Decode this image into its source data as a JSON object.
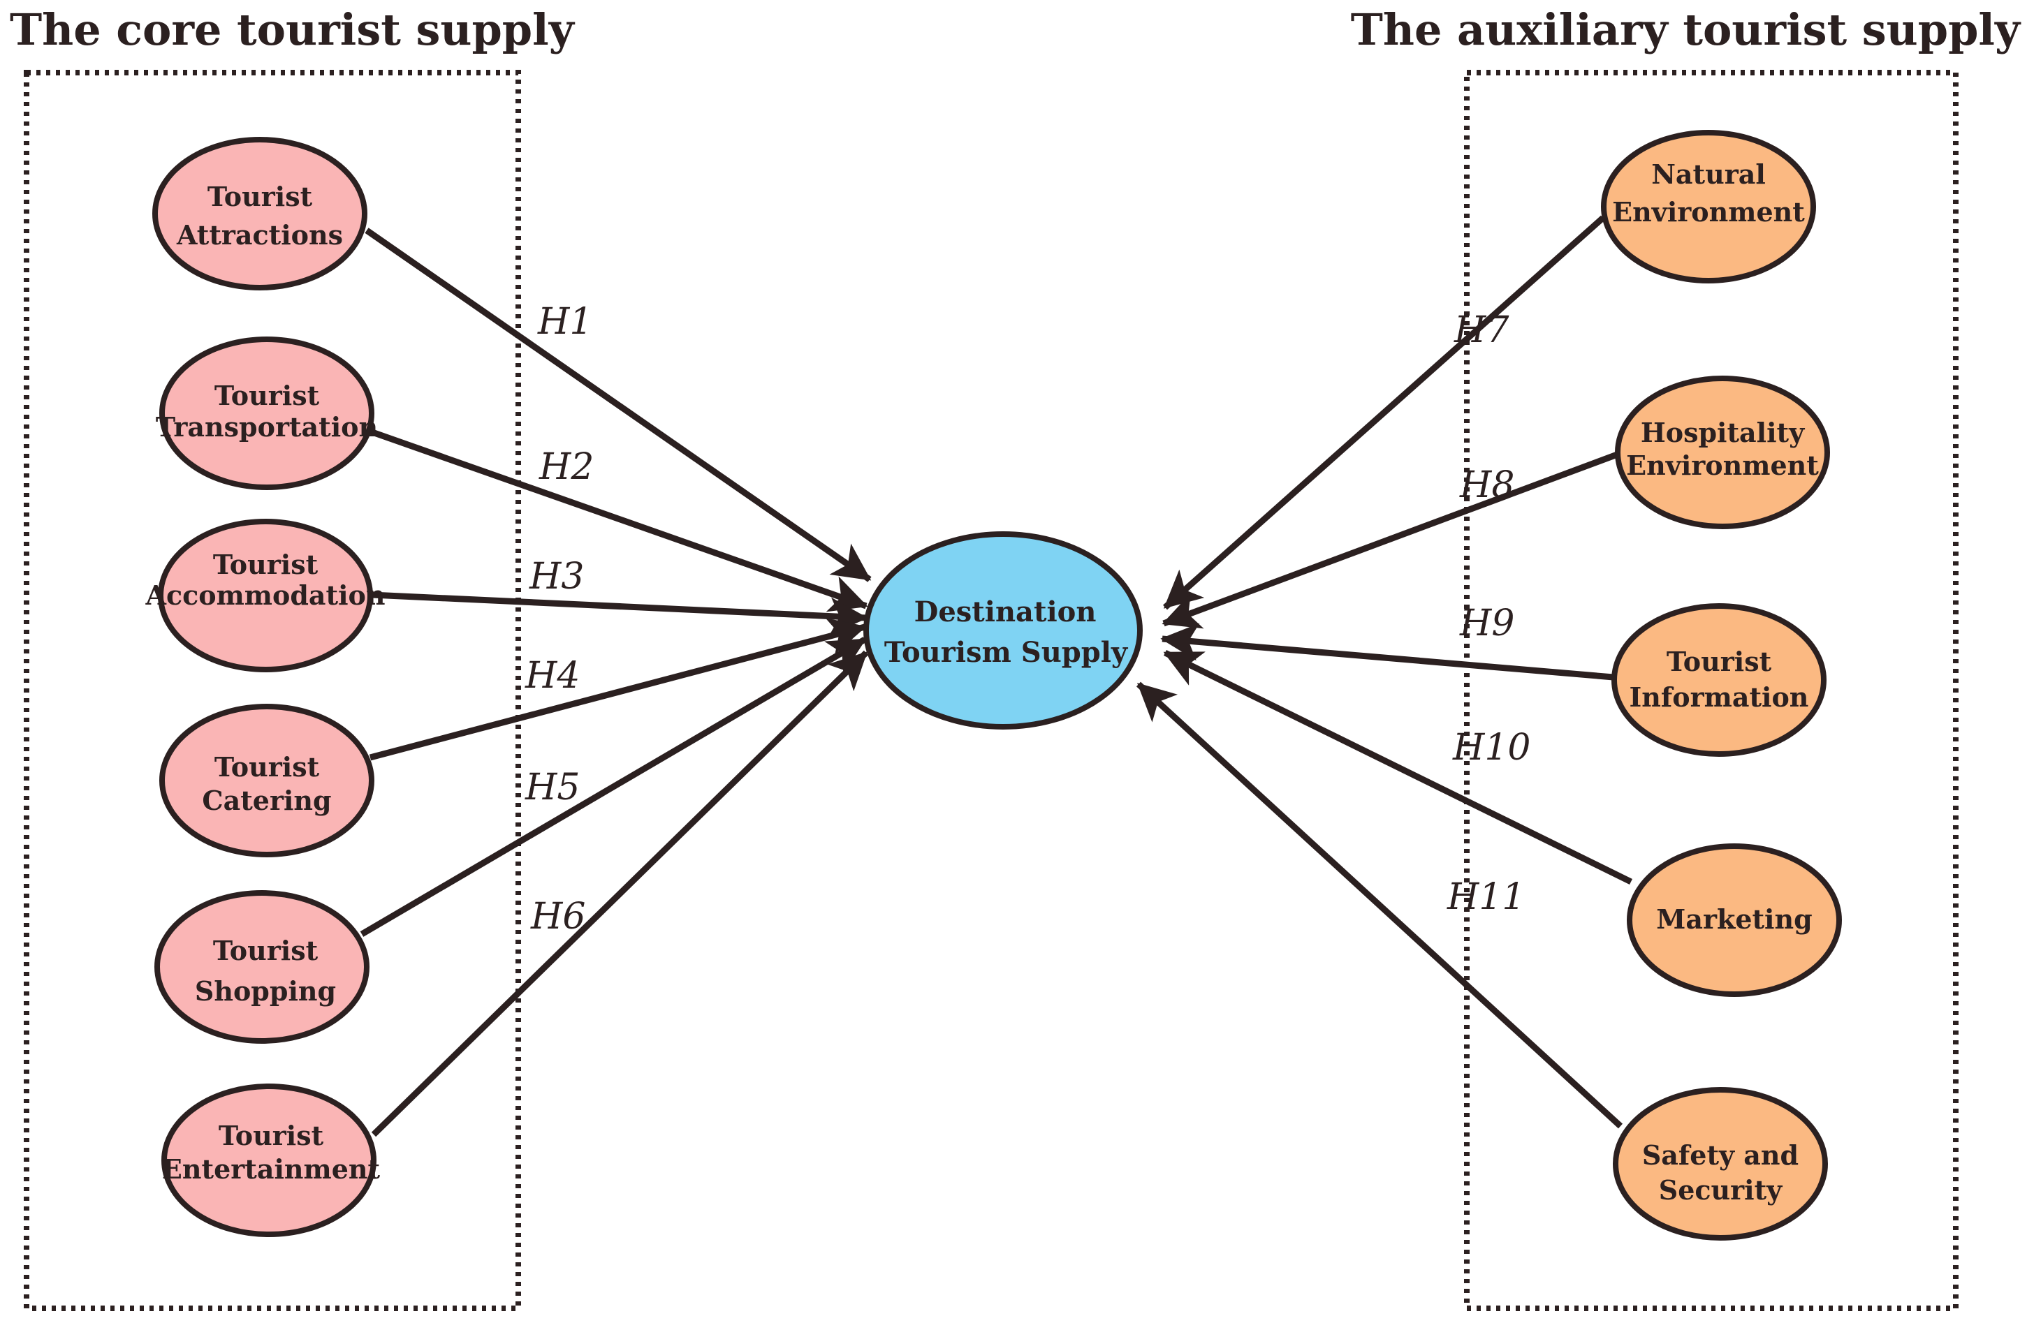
{
  "groups": {
    "core": {
      "title": "The core tourist supply"
    },
    "auxiliary": {
      "title": "The auxiliary tourist supply"
    }
  },
  "center": {
    "lines": [
      "Destination",
      "Tourism Supply"
    ],
    "color": "#7fd3f3"
  },
  "colors": {
    "core": "#fab5b5",
    "auxiliary": "#fbb982",
    "stroke": "#2b2020"
  },
  "core_nodes": [
    {
      "id": "tourist-attractions",
      "lines": [
        "Tourist",
        "Attractions"
      ],
      "hypothesis": "H1"
    },
    {
      "id": "tourist-transportation",
      "lines": [
        "Tourist",
        "Transportation"
      ],
      "hypothesis": "H2"
    },
    {
      "id": "tourist-accommodation",
      "lines": [
        "Tourist",
        "Accommodation"
      ],
      "hypothesis": "H3"
    },
    {
      "id": "tourist-catering",
      "lines": [
        "Tourist",
        "Catering"
      ],
      "hypothesis": "H4"
    },
    {
      "id": "tourist-shopping",
      "lines": [
        "Tourist",
        "Shopping"
      ],
      "hypothesis": "H5"
    },
    {
      "id": "tourist-entertainment",
      "lines": [
        "Tourist",
        "Entertainment"
      ],
      "hypothesis": "H6"
    }
  ],
  "auxiliary_nodes": [
    {
      "id": "natural-environment",
      "lines": [
        "Natural",
        "Environment"
      ],
      "hypothesis": "H7"
    },
    {
      "id": "hospitality-environment",
      "lines": [
        "Hospitality",
        "Environment"
      ],
      "hypothesis": "H8"
    },
    {
      "id": "tourist-information",
      "lines": [
        "Tourist",
        "Information"
      ],
      "hypothesis": "H9"
    },
    {
      "id": "marketing",
      "lines": [
        "Marketing"
      ],
      "hypothesis": "H10"
    },
    {
      "id": "safety-and-security",
      "lines": [
        "Safety and",
        "Security"
      ],
      "hypothesis": "H11"
    }
  ]
}
